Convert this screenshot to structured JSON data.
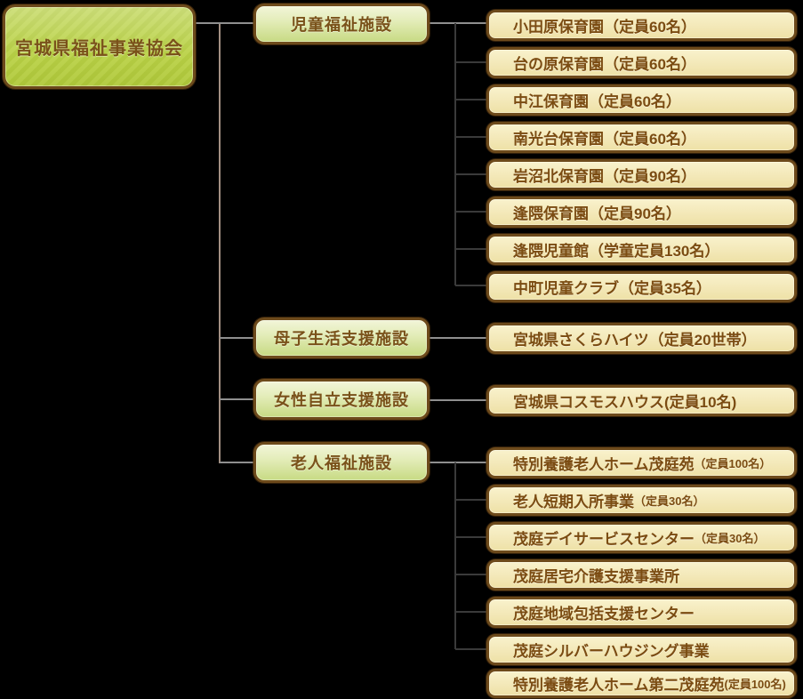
{
  "root": {
    "label": "宮城県福祉事業協会"
  },
  "groups": [
    {
      "label": "児童福祉施設",
      "items": [
        {
          "name": "小田原保育園（定員60名）",
          "note": ""
        },
        {
          "name": "台の原保育園（定員60名）",
          "note": ""
        },
        {
          "name": "中江保育園（定員60名）",
          "note": ""
        },
        {
          "name": "南光台保育園（定員60名）",
          "note": ""
        },
        {
          "name": "岩沼北保育園（定員90名）",
          "note": ""
        },
        {
          "name": "逢隈保育園（定員90名）",
          "note": ""
        },
        {
          "name": "逢隈児童館（学童定員130名）",
          "note": ""
        },
        {
          "name": "中町児童クラブ（定員35名）",
          "note": ""
        }
      ]
    },
    {
      "label": "母子生活支援施設",
      "items": [
        {
          "name": "宮城県さくらハイツ（定員20世帯）",
          "note": ""
        }
      ]
    },
    {
      "label": "女性自立支援施設",
      "items": [
        {
          "name": "宮城県コスモスハウス(定員10名)",
          "note": ""
        }
      ]
    },
    {
      "label": "老人福祉施設",
      "items": [
        {
          "name": "特別養護老人ホーム茂庭苑",
          "note": "（定員100名）"
        },
        {
          "name": "老人短期入所事業",
          "note": "（定員30名）"
        },
        {
          "name": "茂庭デイサービスセンター",
          "note": "（定員30名）"
        },
        {
          "name": "茂庭居宅介護支援事業所",
          "note": ""
        },
        {
          "name": "茂庭地域包括支援センター",
          "note": ""
        },
        {
          "name": "茂庭シルバーハウジング事業",
          "note": ""
        },
        {
          "name": "特別養護老人ホーム第二茂庭苑",
          "note": "(定員100名)"
        }
      ]
    }
  ],
  "colors": {
    "background": "#000000",
    "node_border": "#6d4a1b",
    "node_text": "#7a521a",
    "root_fill": "#b5cd3f",
    "category_fill_top": "#f2f5d9",
    "category_fill_bottom": "#c7da83",
    "leaf_fill": "#f3e8b8",
    "connector_light": "#8f8f8f",
    "connector_trunk": "#a28f82",
    "connector_dark": "#3a3a3a"
  }
}
